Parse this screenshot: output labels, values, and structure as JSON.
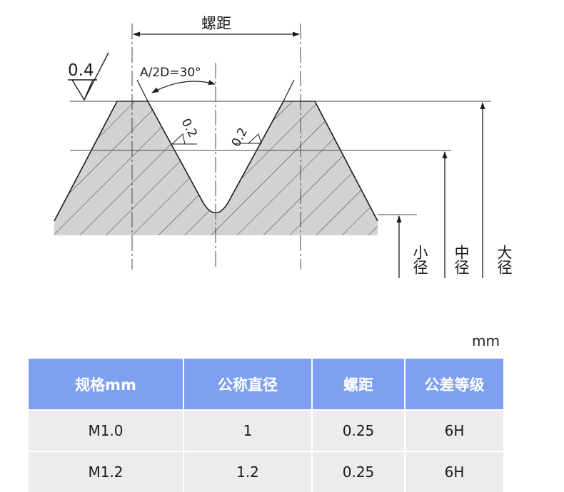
{
  "diagram": {
    "pitch_label": "螺距",
    "surface_finish_main": "0.4",
    "flank_angle_label": "A/2D=30°",
    "surface_finish_left_flank": "0.2",
    "surface_finish_right_flank": "0.2",
    "minor_diameter_label": "小径",
    "pitch_diameter_label": "中径",
    "major_diameter_label": "大径"
  },
  "table": {
    "unit": "mm",
    "headers": [
      "规格mm",
      "公称直径",
      "螺距",
      "公差等级"
    ],
    "rows": [
      [
        "M1.0",
        "1",
        "0.25",
        "6H"
      ],
      [
        "M1.2",
        "1.2",
        "0.25",
        "6H"
      ]
    ]
  }
}
